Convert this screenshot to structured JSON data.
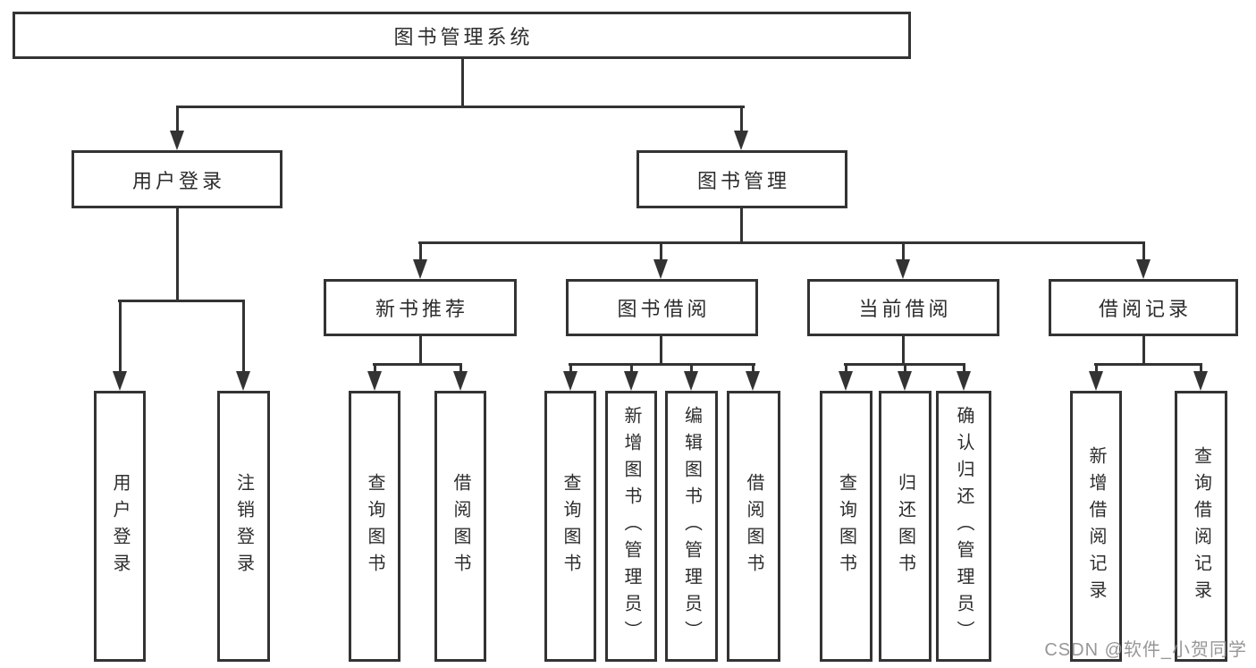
{
  "diagram": {
    "root": {
      "label": "图书管理系统"
    },
    "level2": {
      "user_login": {
        "label": "用户登录"
      },
      "book_management": {
        "label": "图书管理"
      }
    },
    "level3": {
      "new_books": {
        "label": "新书推荐"
      },
      "book_borrow": {
        "label": "图书借阅"
      },
      "current_borrow": {
        "label": "当前借阅"
      },
      "borrow_records": {
        "label": "借阅记录"
      }
    },
    "leaves": {
      "user_login": [
        "用户登录",
        "注销登录"
      ],
      "new_books": [
        "查询图书",
        "借阅图书"
      ],
      "book_borrow": [
        "查询图书",
        "新增图书（管理员）",
        "编辑图书（管理员）",
        "借阅图书"
      ],
      "current_borrow": [
        "查询图书",
        "归还图书",
        "确认归还（管理员）"
      ],
      "borrow_records": [
        "新增借阅记录",
        "查询借阅记录"
      ]
    },
    "colors": {
      "line": "#333333",
      "text": "#2d2d2d",
      "background": "#ffffff",
      "watermark": "#8c8c8c"
    }
  },
  "watermark": {
    "text": "CSDN @软件_小贺同学"
  }
}
